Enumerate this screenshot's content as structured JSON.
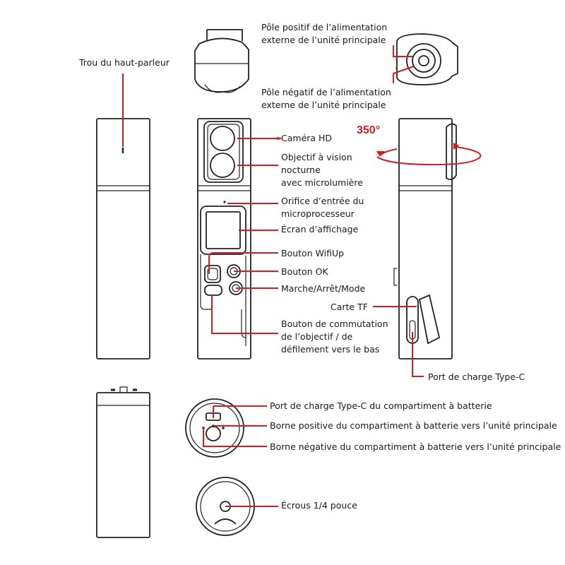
{
  "accent_color": "#cc1f24",
  "line_color": "#222222",
  "labels": {
    "speaker_hole": "Trou du haut-parleur",
    "positive_pole_1": "Pôle positif de l’alimentation",
    "positive_pole_2": "externe de l’unité principale",
    "negative_pole_1": "Pôle négatif de l’alimentation",
    "negative_pole_2": "externe de l’unité principale",
    "hd_camera": "Caméra HD",
    "night_lens_1": "Objectif à vision",
    "night_lens_2": "nocturne",
    "night_lens_3": "avec microlumière",
    "cpu_intake_1": "Orifice d’entrée du",
    "cpu_intake_2": "microprocesseur",
    "display": "Écran d’affichage",
    "wifiup": "Bouton WifiUp",
    "ok_button": "Bouton OK",
    "power_mode": "Marche/Arrêt/Mode",
    "tf_card": "Carte TF",
    "lens_switch_1": "Bouton de commutation",
    "lens_switch_2": "de l’objectif / de",
    "lens_switch_3": "défilement vers le bas",
    "rotation": "350°",
    "typec_port": "Port de charge Type-C",
    "battery_typec": "Port de charge Type-C du compartiment à batterie",
    "battery_positive": "Borne positive du compartiment à batterie vers l’unité principale",
    "battery_negative": "Borne négative du compartiment à batterie vers l’unité principale",
    "nut": "Écrous 1/4 pouce"
  }
}
